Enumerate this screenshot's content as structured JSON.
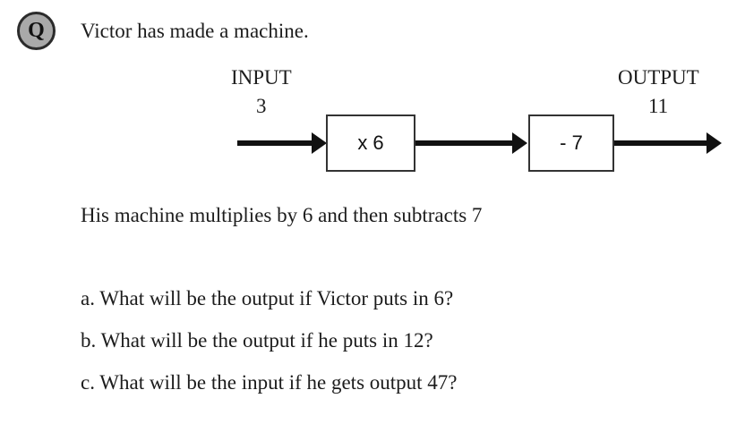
{
  "question": {
    "badge": "Q",
    "intro": "Victor has made a machine.",
    "description": "His machine multiplies by 6 and then subtracts 7",
    "parts": [
      "a. What will be the output if Victor puts in 6?",
      "b. What will be the output if he puts in 12?",
      "c. What will be the input if he gets output 47?"
    ]
  },
  "machine": {
    "input_label": "INPUT",
    "output_label": "OUTPUT",
    "input_value": "3",
    "output_value": "11",
    "steps": [
      "x 6",
      "- 7"
    ],
    "ink_color": "#111111",
    "badge_fill": "#a9a9a9"
  }
}
